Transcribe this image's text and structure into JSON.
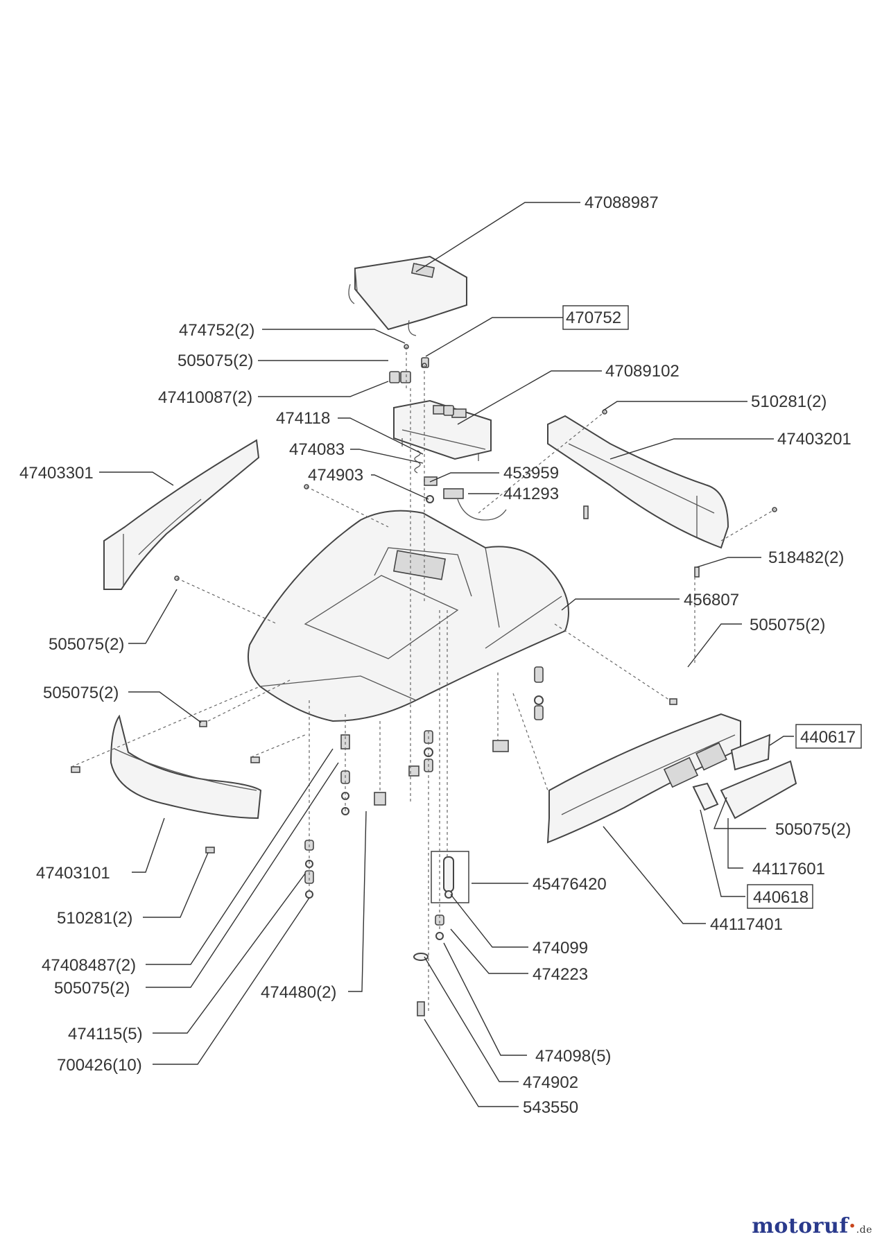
{
  "labels": {
    "p47088987": "47088987",
    "p470752": "470752",
    "p474752": "474752(2)",
    "p505075_a": "505075(2)",
    "p47410087": "47410087(2)",
    "p47089102": "47089102",
    "p510281_a": "510281(2)",
    "p474118": "474118",
    "p47403201": "47403201",
    "p474083": "474083",
    "p47403301": "47403301",
    "p474903": "474903",
    "p453959": "453959",
    "p441293": "441293",
    "p518482": "518482(2)",
    "p456807": "456807",
    "p505075_b": "505075(2)",
    "p505075_c": "505075(2)",
    "p505075_d": "505075(2)",
    "p440617": "440617",
    "p505075_e": "505075(2)",
    "p47403101": "47403101",
    "p44117601": "44117601",
    "p45476420": "45476420",
    "p440618": "440618",
    "p510281_b": "510281(2)",
    "p44117401": "44117401",
    "p474099": "474099",
    "p47408487": "47408487(2)",
    "p474223": "474223",
    "p505075_f": "505075(2)",
    "p474480": "474480(2)",
    "p474115": "474115(5)",
    "p474098": "474098(5)",
    "p700426": "700426(10)",
    "p474902": "474902",
    "p543550": "543550"
  },
  "logo": {
    "name": "motoruf",
    "dot": "·",
    "tld": ".de"
  }
}
